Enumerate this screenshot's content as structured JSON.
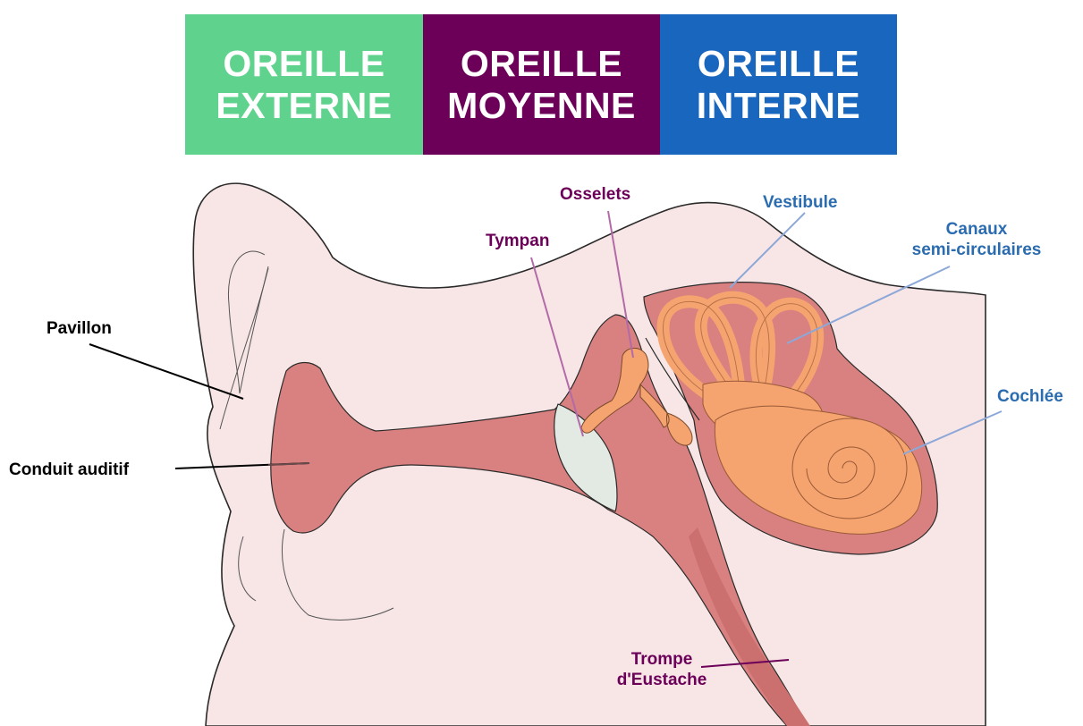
{
  "header": {
    "outer": {
      "line1": "OREILLE",
      "line2": "EXTERNE",
      "color": "#5fd38d"
    },
    "middle": {
      "line1": "OREILLE",
      "line2": "MOYENNE",
      "color": "#6c0059"
    },
    "inner": {
      "line1": "OREILLE",
      "line2": "INTERNE",
      "color": "#1966be"
    }
  },
  "labels": {
    "pavillon": "Pavillon",
    "conduit": "Conduit auditif",
    "tympan": "Tympan",
    "osselets": "Osselets",
    "trompe_line1": "Trompe",
    "trompe_line2": "d'Eustache",
    "vestibule": "Vestibule",
    "canaux_line1": "Canaux",
    "canaux_line2": "semi-circulaires",
    "cochlee": "Cochlée"
  },
  "colors": {
    "outer_label": "#000000",
    "middle_label": "#6c0059",
    "inner_label": "#2b6cb0",
    "skin": "#f8e6e6",
    "cavity": "#d98080",
    "inner_ear": "#f5a36f",
    "eardrum": "#e3e9e3"
  }
}
